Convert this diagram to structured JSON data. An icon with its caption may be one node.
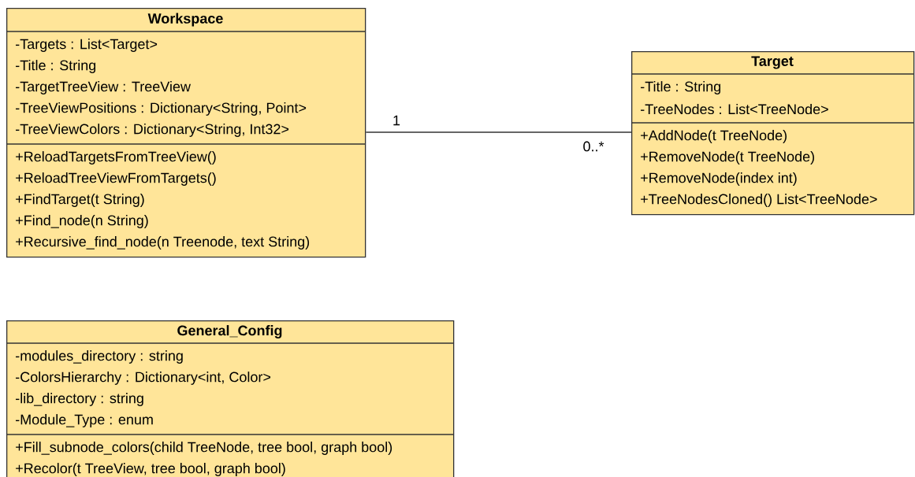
{
  "diagram": {
    "nodes": [
      {
        "text": [
          "Workspace",
          "-Targets : List<Target>",
          "-Title : String",
          "-TargetTreeView : TreeView",
          "-TreeViewPositions : Dictionary<String, Point>",
          "-TreeViewColors : Dictionary<String, Int32>",
          "+ReloadTargetsFromTreeView()",
          "+ReloadTreeViewFromTargets()",
          "+FindTarget(t String)",
          "+Find_node(n String)",
          "+Recursive_find_node(n Treenode, text String)"
        ]
      },
      {
        "text": [
          "Target",
          "-Title : String",
          "-TreeNodes : List<TreeNode>",
          "+AddNode(t TreeNode)",
          "+RemoveNode(t TreeNode)",
          "+RemoveNode(index int)",
          "+TreeNodesCloned() List<TreeNode>"
        ]
      },
      {
        "text": [
          "General_Config",
          "-modules_directory : string",
          "-ColorsHierarchy : Dictionary<int, Color>",
          "-lib_directory : string",
          "-Module_Type : enum",
          "+Fill_subnode_colors(child TreeNode, tree bool, graph bool)",
          "+Recolor(t TreeView, tree bool, graph bool)"
        ]
      }
    ],
    "edges": [
      {
        "from": 0,
        "to": 1,
        "arrow": "none",
        "label": "1"
      }
    ],
    "labels": [
      "0..*"
    ]
  }
}
